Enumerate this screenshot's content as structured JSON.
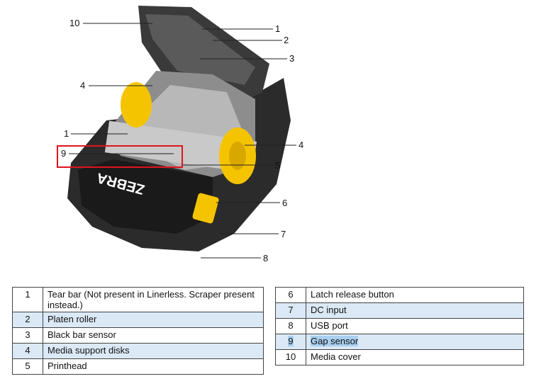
{
  "figure": {
    "brand_text": "ZEBRA",
    "callouts": [
      "10",
      "1",
      "2",
      "3",
      "4",
      "1",
      "9",
      "4",
      "5",
      "6",
      "7",
      "8"
    ]
  },
  "legend_left": [
    {
      "num": "1",
      "label": "Tear bar (Not present in Linerless. Scraper present instead.)"
    },
    {
      "num": "2",
      "label": "Platen roller"
    },
    {
      "num": "3",
      "label": "Black bar sensor"
    },
    {
      "num": "4",
      "label": "Media support disks"
    },
    {
      "num": "5",
      "label": "Printhead"
    }
  ],
  "legend_right": [
    {
      "num": "6",
      "label": "Latch release button"
    },
    {
      "num": "7",
      "label": "DC input"
    },
    {
      "num": "8",
      "label": "USB port"
    },
    {
      "num": "9",
      "label": "Gap sensor"
    },
    {
      "num": "10",
      "label": "Media cover"
    }
  ],
  "colors": {
    "highlight_box": "#e0141e",
    "shaded_row": "#dbe9f6",
    "accent_yellow": "#f5c400"
  }
}
